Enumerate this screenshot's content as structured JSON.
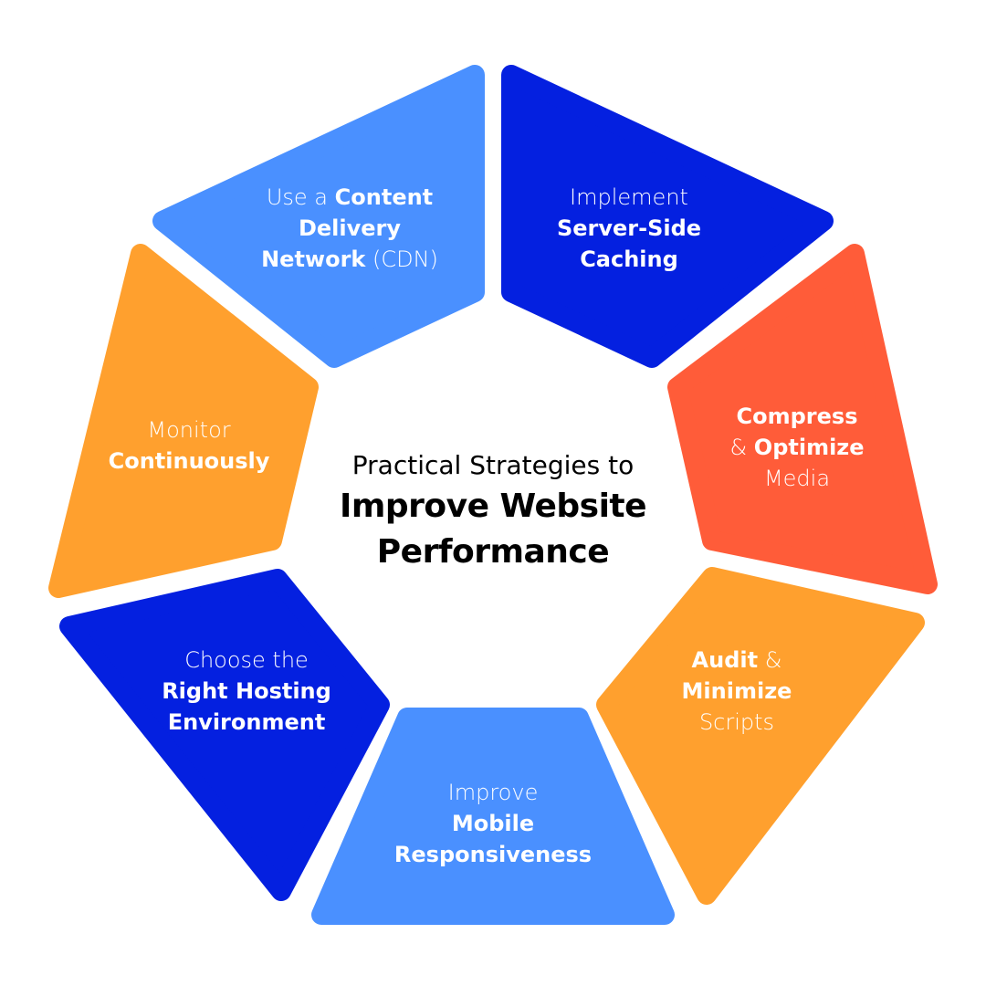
{
  "title": {
    "subtitle": "Practical Strategies to",
    "line1": "Improve Website",
    "line2": "Performance"
  },
  "colors": {
    "light_blue": "#4A90FF",
    "dark_blue": "#0420E0",
    "red_orange": "#FF5C39",
    "orange": "#FFA02E"
  },
  "segments": [
    {
      "id": "cdn",
      "color": "#4A90FF",
      "lines": [
        [
          {
            "t": "Use a ",
            "b": false
          },
          {
            "t": "Content",
            "b": true
          }
        ],
        [
          {
            "t": "Delivery",
            "b": true
          }
        ],
        [
          {
            "t": "Network",
            "b": true
          },
          {
            "t": " (CDN)",
            "b": false
          }
        ]
      ]
    },
    {
      "id": "server-caching",
      "color": "#0420E0",
      "lines": [
        [
          {
            "t": "Implement",
            "b": false
          }
        ],
        [
          {
            "t": "Server-Side",
            "b": true
          }
        ],
        [
          {
            "t": "Caching",
            "b": true
          }
        ]
      ]
    },
    {
      "id": "compress-media",
      "color": "#FF5C39",
      "lines": [
        [
          {
            "t": "Compress",
            "b": true
          }
        ],
        [
          {
            "t": "& ",
            "b": false
          },
          {
            "t": "Optimize",
            "b": true
          }
        ],
        [
          {
            "t": "Media",
            "b": false
          }
        ]
      ]
    },
    {
      "id": "audit-scripts",
      "color": "#FFA02E",
      "lines": [
        [
          {
            "t": "Audit",
            "b": true
          },
          {
            "t": " &",
            "b": false
          }
        ],
        [
          {
            "t": "Minimize",
            "b": true
          }
        ],
        [
          {
            "t": "Scripts",
            "b": false
          }
        ]
      ]
    },
    {
      "id": "mobile-responsiveness",
      "color": "#4A90FF",
      "lines": [
        [
          {
            "t": "Improve",
            "b": false
          }
        ],
        [
          {
            "t": "Mobile",
            "b": true
          }
        ],
        [
          {
            "t": "Responsiveness",
            "b": true
          }
        ]
      ]
    },
    {
      "id": "hosting-environment",
      "color": "#0420E0",
      "lines": [
        [
          {
            "t": "Choose the",
            "b": false
          }
        ],
        [
          {
            "t": "Right Hosting",
            "b": true
          }
        ],
        [
          {
            "t": "Environment",
            "b": true
          }
        ]
      ]
    },
    {
      "id": "monitor",
      "color": "#FFA02E",
      "lines": [
        [
          {
            "t": "Monitor",
            "b": false
          }
        ],
        [
          {
            "t": "Continuously",
            "b": true
          }
        ]
      ]
    }
  ]
}
